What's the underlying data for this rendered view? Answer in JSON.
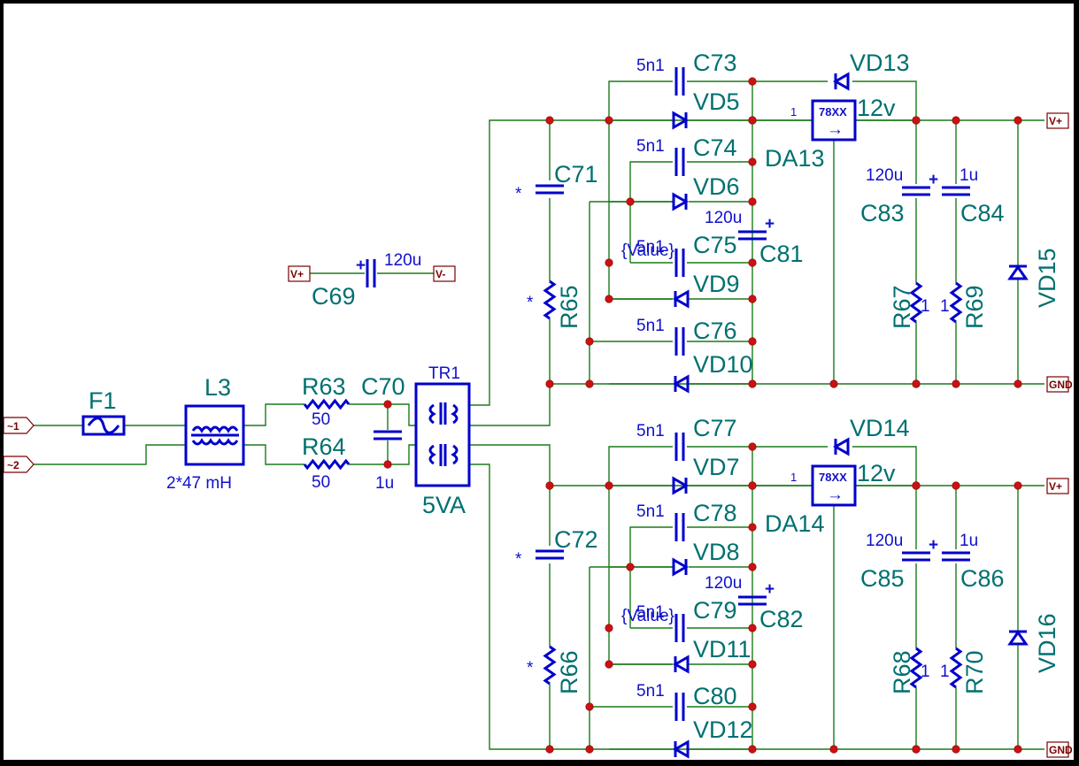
{
  "schematic": {
    "inputs": {
      "in1": "~1",
      "in2": "~2"
    },
    "power_ports": {
      "vplus": "V+",
      "vminus": "V-",
      "gnd": "GND"
    },
    "fuse": {
      "ref": "F1"
    },
    "choke": {
      "ref": "L3",
      "value": "2*47 mH"
    },
    "resistors": {
      "R63": {
        "ref": "R63",
        "value": "50"
      },
      "R64": {
        "ref": "R64",
        "value": "50"
      },
      "R65": {
        "ref": "R65",
        "value": "*"
      },
      "R66": {
        "ref": "R66",
        "value": "*"
      },
      "R67": {
        "ref": "R67",
        "value": "1"
      },
      "R68": {
        "ref": "R68",
        "value": "1"
      },
      "R69": {
        "ref": "R69",
        "value": "1"
      },
      "R70": {
        "ref": "R70",
        "value": "1"
      }
    },
    "capacitors": {
      "C69": {
        "ref": "C69",
        "value": "120u"
      },
      "C70": {
        "ref": "C70",
        "value": "1u"
      },
      "C71": {
        "ref": "C71",
        "value": "*"
      },
      "C72": {
        "ref": "C72",
        "value": "*"
      },
      "C73": {
        "ref": "C73",
        "value": "5n1"
      },
      "C74": {
        "ref": "C74",
        "value": "5n1"
      },
      "C75": {
        "ref": "C75",
        "value": "5n1",
        "extra": "{Value}"
      },
      "C76": {
        "ref": "C76",
        "value": "5n1"
      },
      "C77": {
        "ref": "C77",
        "value": "5n1"
      },
      "C78": {
        "ref": "C78",
        "value": "5n1"
      },
      "C79": {
        "ref": "C79",
        "value": "5n1",
        "extra": "{Value}"
      },
      "C80": {
        "ref": "C80",
        "value": "5n1"
      },
      "C81": {
        "ref": "C81",
        "value": "120u"
      },
      "C82": {
        "ref": "C82",
        "value": "120u"
      },
      "C83": {
        "ref": "C83",
        "value": "120u"
      },
      "C84": {
        "ref": "C84",
        "value": "1u"
      },
      "C85": {
        "ref": "C85",
        "value": "120u"
      },
      "C86": {
        "ref": "C86",
        "value": "1u"
      }
    },
    "transformer": {
      "ref": "TR1",
      "value": "5VA"
    },
    "diodes": [
      "VD5",
      "VD6",
      "VD9",
      "VD10",
      "VD7",
      "VD8",
      "VD11",
      "VD12",
      "VD13",
      "VD14",
      "VD15",
      "VD16"
    ],
    "regulators": {
      "DA13": {
        "ref": "DA13",
        "value": "12v",
        "body": "78XX",
        "pin": "1"
      },
      "DA14": {
        "ref": "DA14",
        "value": "12v",
        "body": "78XX",
        "pin": "1"
      }
    }
  }
}
